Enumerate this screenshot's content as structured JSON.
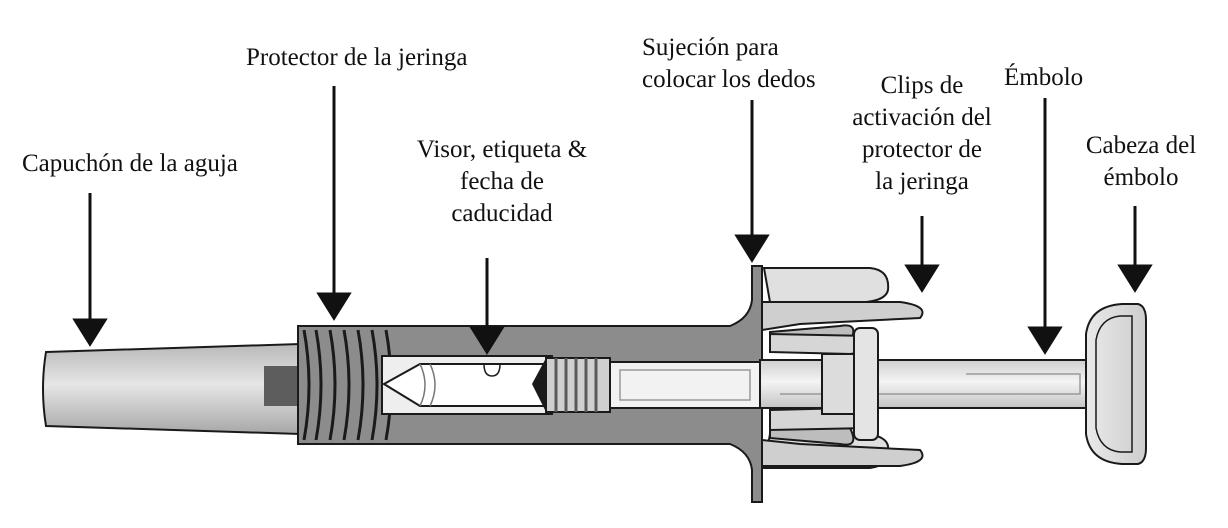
{
  "labels": {
    "needle_cap": [
      "Capuchón de la aguja"
    ],
    "syringe_guard": [
      "Protector de la jeringa"
    ],
    "viewer": [
      "Visor, etiqueta &",
      "fecha de",
      "caducidad"
    ],
    "finger_grip": [
      "Sujeción para",
      "colocar los dedos"
    ],
    "activation_clips": [
      "Clips de",
      "activación del",
      "protector de",
      "la jeringa"
    ],
    "plunger": [
      "Émbolo"
    ],
    "plunger_head": [
      "Cabeza del",
      "émbolo"
    ]
  },
  "colors": {
    "outline": "#1a1a1a",
    "body_dark": "#8c8c8c",
    "body_mid": "#bdbdbd",
    "body_light": "#e3e3e3",
    "window": "#efefef",
    "label_text": "#111111"
  }
}
